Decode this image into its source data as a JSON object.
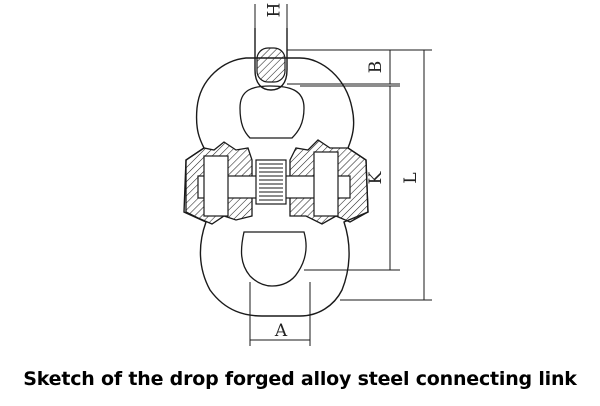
{
  "dimensions": {
    "H": "H",
    "B": "B",
    "K": "K",
    "L": "L",
    "A": "A"
  },
  "caption": "Sketch of the drop forged alloy steel connecting link",
  "colors": {
    "line": "#1a1a1a",
    "background": "#ffffff"
  }
}
